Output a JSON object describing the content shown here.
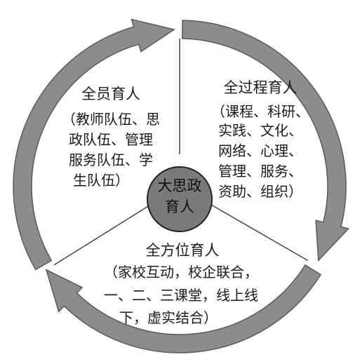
{
  "center": {
    "lines": [
      "大思政",
      "育人"
    ],
    "fill": "#7a7a7a",
    "stroke": "#222222"
  },
  "ring": {
    "fill": "#8c8c8c",
    "stroke": "#5a5a5a"
  },
  "sections": {
    "left": {
      "title": "全员育人",
      "lines": [
        "（教师队伍、思",
        "政队伍、管理",
        "服务队伍、学",
        "生队伍）"
      ]
    },
    "right": {
      "title": "全过程育人",
      "lines": [
        "（课程、科研、",
        "实践、文化、",
        "网络、心理、",
        "管理、服务、",
        "资助、组织）"
      ]
    },
    "bottom": {
      "title": "全方位育人",
      "lines": [
        "（家校互动，校企联合，",
        "一、二、三课堂，线上线",
        "下，虚实结合）"
      ]
    }
  }
}
